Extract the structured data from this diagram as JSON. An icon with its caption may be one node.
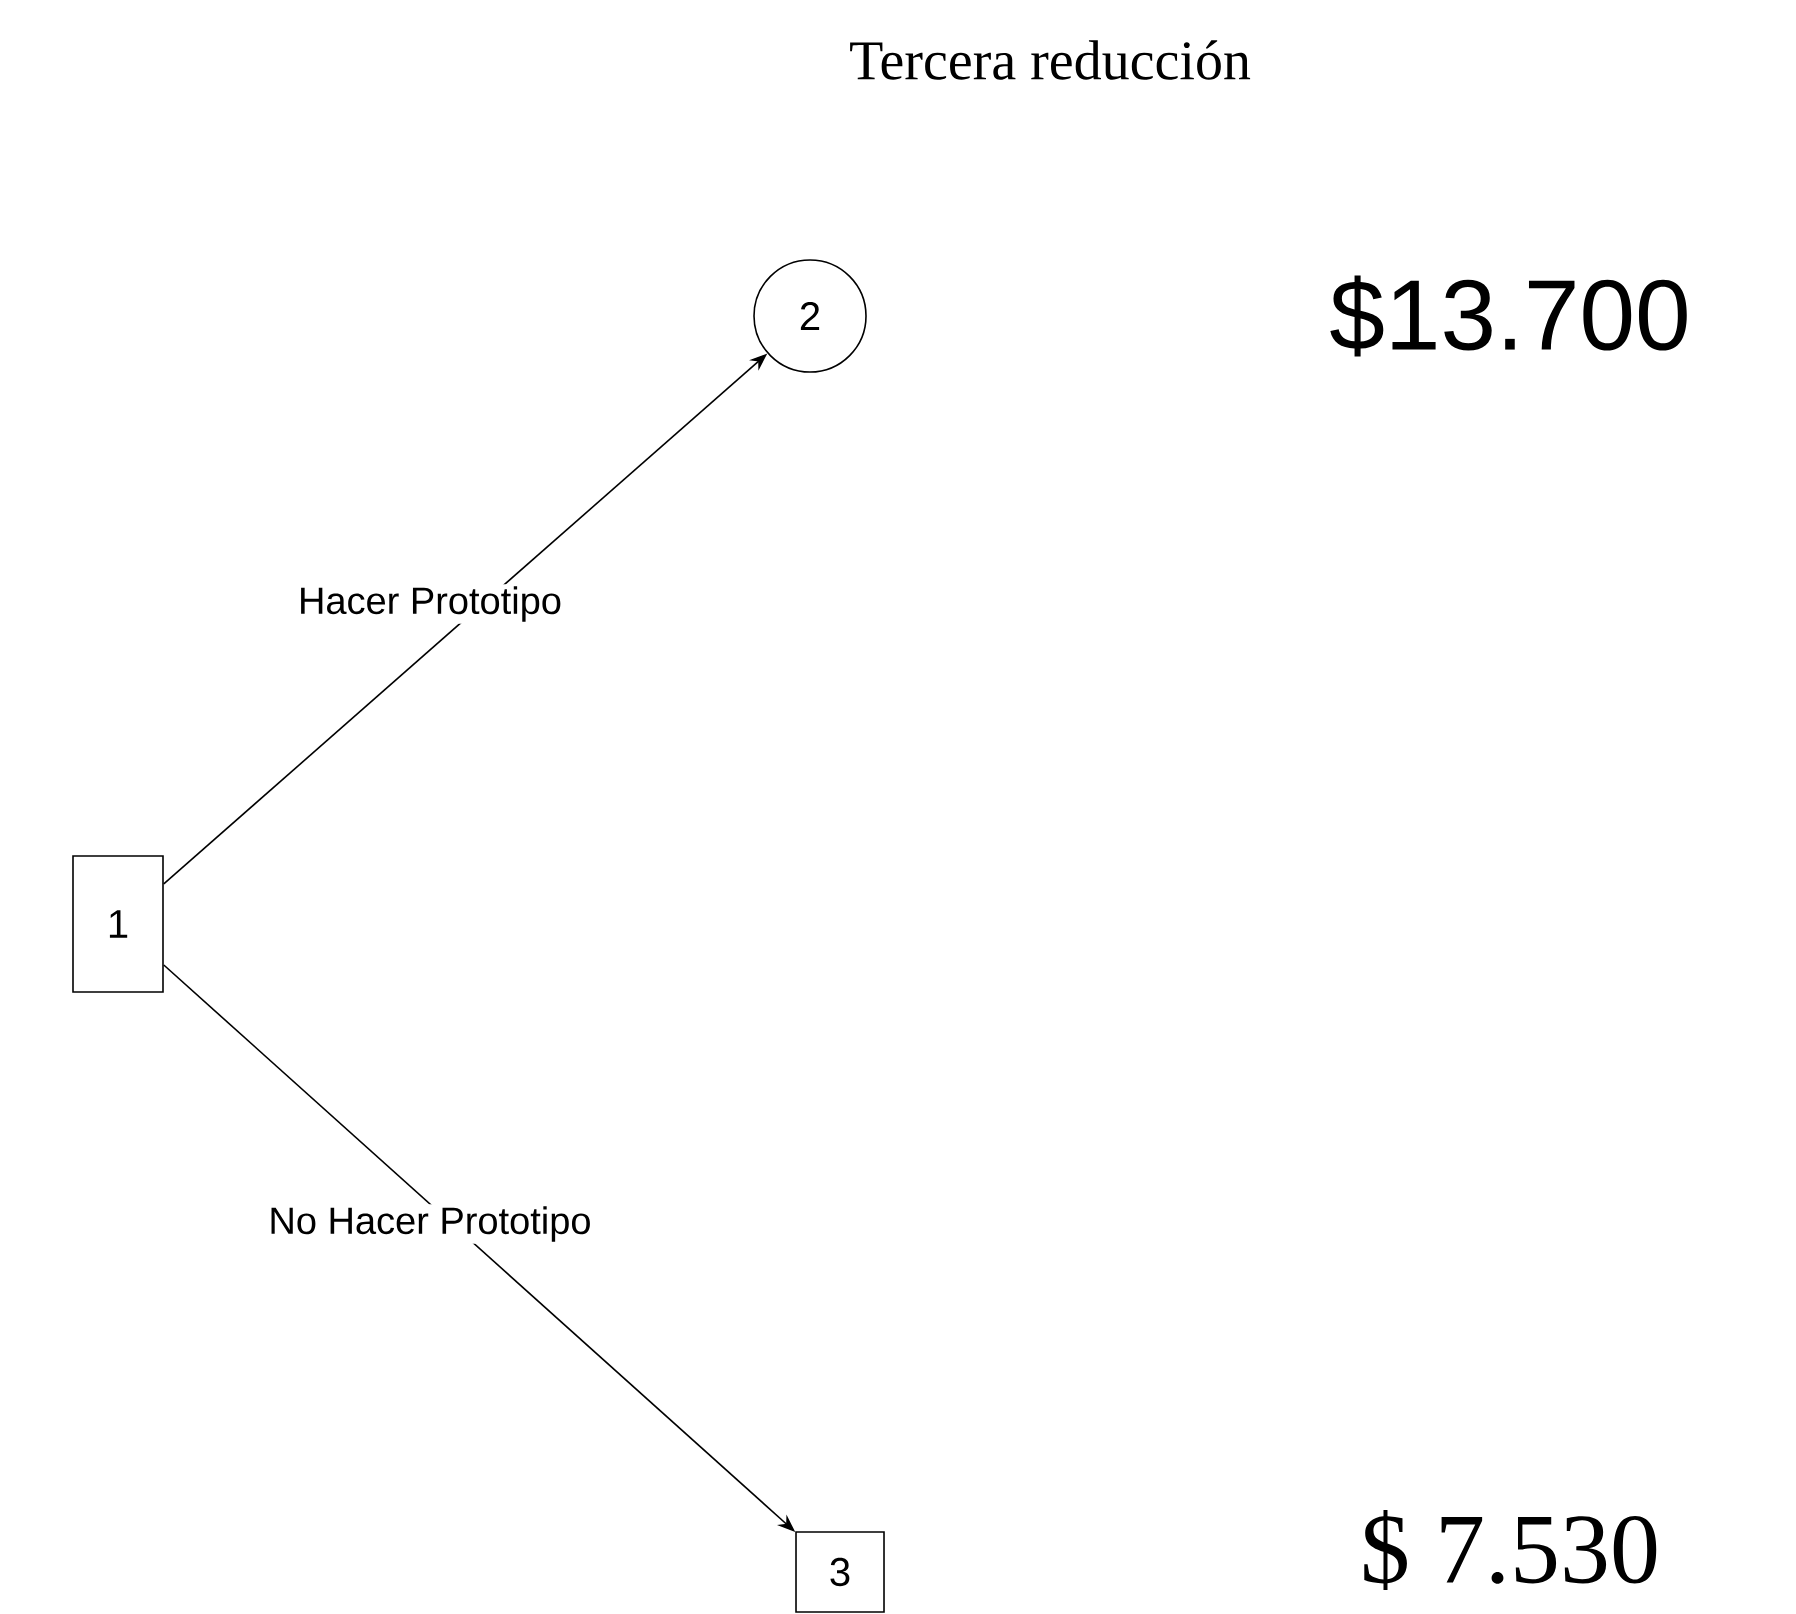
{
  "diagram": {
    "title": "Tercera reducción",
    "nodes": [
      {
        "text": [
          "1"
        ]
      },
      {
        "text": [
          "2"
        ]
      },
      {
        "text": [
          "3"
        ]
      }
    ],
    "edges": [
      {
        "from": 0,
        "to": 1,
        "arrow": "to",
        "label": "Hacer Prototipo"
      },
      {
        "from": 0,
        "to": 2,
        "arrow": "to",
        "label": "No Hacer Prototipo"
      }
    ],
    "labels": [
      "$13.700",
      "$ 7.530"
    ]
  }
}
